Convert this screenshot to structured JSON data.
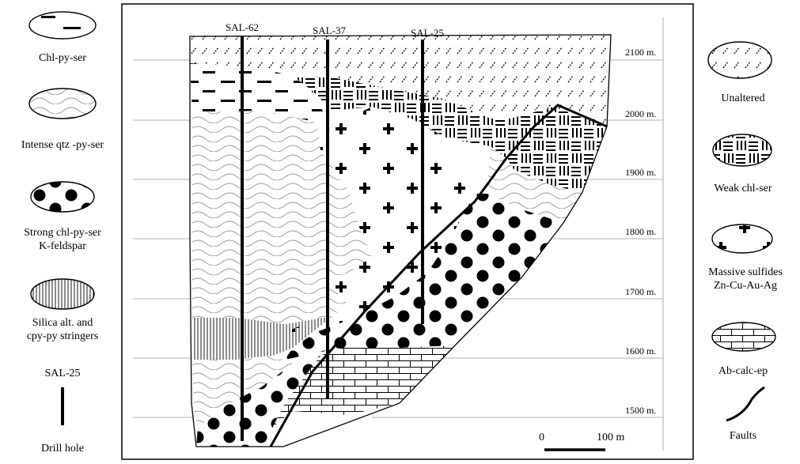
{
  "legend_left": [
    {
      "label": "Chl-py-ser",
      "pattern": "dash"
    },
    {
      "label": "Intense qtz -py-ser",
      "pattern": "wave"
    },
    {
      "label": "Strong chl-py-ser\nK-feldspar",
      "pattern": "dots"
    },
    {
      "label": "Silica alt. and\ncpy-py  stringers",
      "pattern": "vlines"
    }
  ],
  "legend_right": [
    {
      "label": "Unaltered",
      "pattern": "ticks"
    },
    {
      "label": "Weak chl-ser",
      "pattern": "weave"
    },
    {
      "label": "Massive sulfides\nZn-Cu-Au-Ag",
      "pattern": "plus"
    },
    {
      "label": "Ab-calc-ep",
      "pattern": "brick"
    }
  ],
  "drill_hole_legend": {
    "sample": "SAL-25",
    "label": "Drill hole"
  },
  "faults_legend": {
    "label": "Faults"
  },
  "drill_holes": [
    "SAL-62",
    "SAL-37",
    "SAL-25"
  ],
  "elevations": [
    "2100 m.",
    "2000 m.",
    "1900 m.",
    "1800 m.",
    "1700 m.",
    "1600 m.",
    "1500 m."
  ],
  "scale_bar": {
    "start": "0",
    "end": "100 m"
  }
}
